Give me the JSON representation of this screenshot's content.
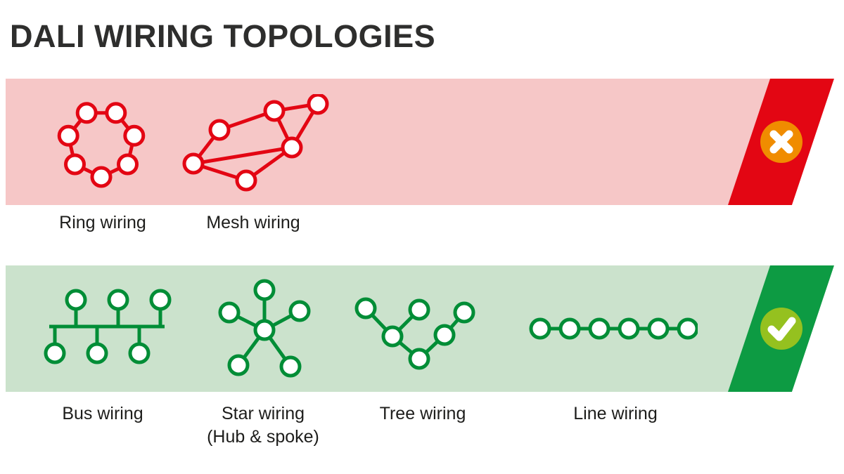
{
  "title": "DALI WIRING TOPOLOGIES",
  "colors": {
    "pink_band": "#f6c7c7",
    "red": "#e30613",
    "orange_badge": "#f08c00",
    "green_band": "#cbe2cc",
    "green": "#008d36",
    "dark_green_strip": "#0d9b43",
    "lime_badge": "#95c11f",
    "title_color": "#2e2e2d",
    "label_color": "#1d1d1b"
  },
  "forbidden_band": {
    "status": "not-allowed",
    "badge_icon": "cross-icon",
    "topologies": [
      {
        "label": "Ring wiring"
      },
      {
        "label": "Mesh wiring"
      }
    ]
  },
  "allowed_band": {
    "status": "allowed",
    "badge_icon": "check-icon",
    "topologies": [
      {
        "label": "Bus wiring"
      },
      {
        "label": "Star wiring",
        "sublabel": "(Hub & spoke)"
      },
      {
        "label": "Tree wiring"
      },
      {
        "label": "Line wiring"
      }
    ]
  }
}
